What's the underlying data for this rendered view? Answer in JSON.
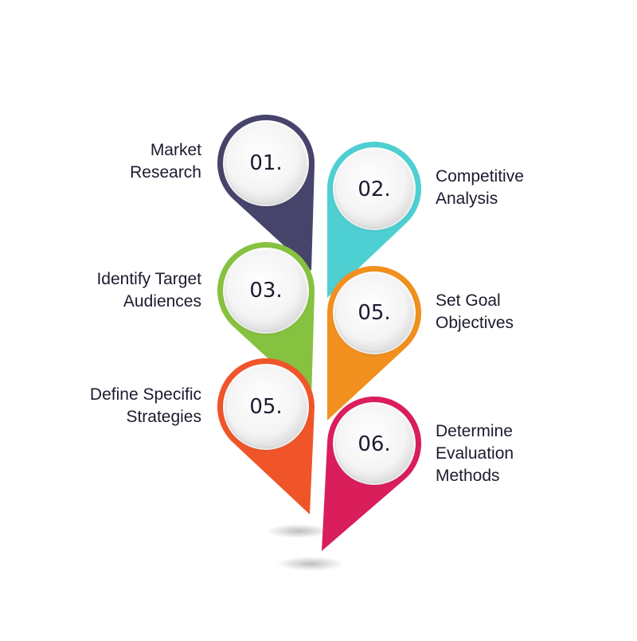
{
  "steps": [
    {
      "number": "01.",
      "lines": [
        "Market",
        "Research"
      ],
      "color": "#46446b"
    },
    {
      "number": "02.",
      "lines": [
        "Competitive",
        "Analysis"
      ],
      "color": "#4ecfd2"
    },
    {
      "number": "03.",
      "lines": [
        "Identify Target",
        "Audiences"
      ],
      "color": "#86c140"
    },
    {
      "number": "05.",
      "lines": [
        "Set Goal",
        "Objectives"
      ],
      "color": "#f1901e"
    },
    {
      "number": "05.",
      "lines": [
        "Define Specific",
        "Strategies"
      ],
      "color": "#f0552a"
    },
    {
      "number": "06.",
      "lines": [
        "Determine",
        "Evaluation",
        "Methods"
      ],
      "color": "#d91e5b"
    }
  ]
}
